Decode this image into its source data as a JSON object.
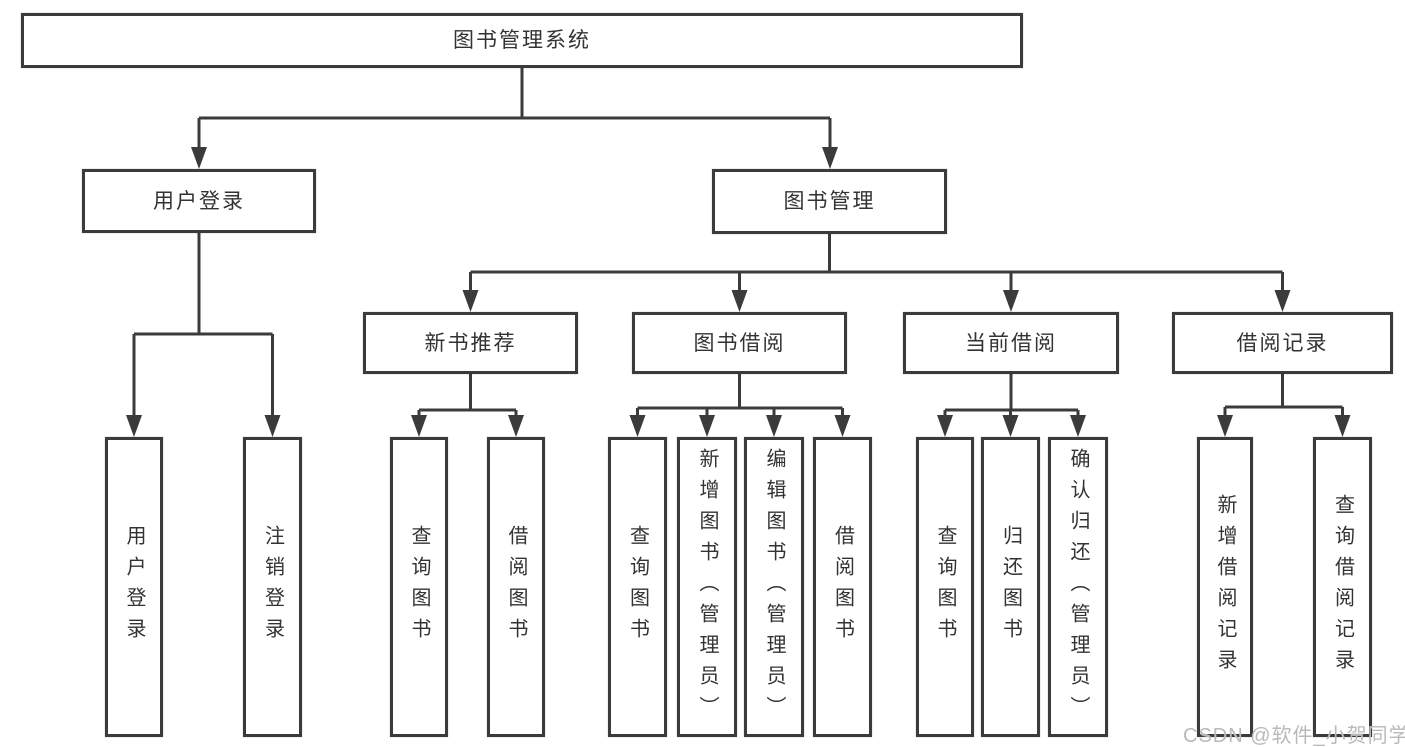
{
  "diagram": {
    "title": "图书管理系统",
    "watermark": "CSDN @软件_小贺同学",
    "colors": {
      "line": "#3b3b3b",
      "text": "#333333",
      "background": "#ffffff",
      "watermark": "#b9b9b9"
    },
    "root": {
      "label": "图书管理系统"
    },
    "branches": [
      {
        "label": "用户登录",
        "children": [
          {
            "label": "用户登录"
          },
          {
            "label": "注销登录"
          }
        ]
      },
      {
        "label": "图书管理",
        "children": [
          {
            "label": "新书推荐",
            "children": [
              {
                "label": "查询图书"
              },
              {
                "label": "借阅图书"
              }
            ]
          },
          {
            "label": "图书借阅",
            "children": [
              {
                "label": "查询图书"
              },
              {
                "label": "新增图书（管理员）"
              },
              {
                "label": "编辑图书（管理员）"
              },
              {
                "label": "借阅图书"
              }
            ]
          },
          {
            "label": "当前借阅",
            "children": [
              {
                "label": "查询图书"
              },
              {
                "label": "归还图书"
              },
              {
                "label": "确认归还（管理员）"
              }
            ]
          },
          {
            "label": "借阅记录",
            "children": [
              {
                "label": "新增借阅记录"
              },
              {
                "label": "查询借阅记录"
              }
            ]
          }
        ]
      }
    ]
  }
}
